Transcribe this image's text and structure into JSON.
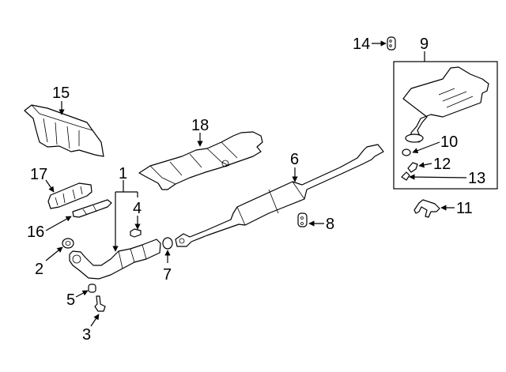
{
  "diagram": {
    "title": "Exhaust System Components",
    "callouts": [
      {
        "id": "1",
        "label": "1",
        "part": "catalytic-converter-front-pipe"
      },
      {
        "id": "2",
        "label": "2",
        "part": "gasket"
      },
      {
        "id": "3",
        "label": "3",
        "part": "stud-bolt"
      },
      {
        "id": "4",
        "label": "4",
        "part": "bolt"
      },
      {
        "id": "5",
        "label": "5",
        "part": "nut"
      },
      {
        "id": "6",
        "label": "6",
        "part": "center-pipe-resonator"
      },
      {
        "id": "7",
        "label": "7",
        "part": "gasket"
      },
      {
        "id": "8",
        "label": "8",
        "part": "hanger-insulator"
      },
      {
        "id": "9",
        "label": "9",
        "part": "muffler-kit"
      },
      {
        "id": "10",
        "label": "10",
        "part": "gasket"
      },
      {
        "id": "11",
        "label": "11",
        "part": "hanger-bracket"
      },
      {
        "id": "12",
        "label": "12",
        "part": "spring"
      },
      {
        "id": "13",
        "label": "13",
        "part": "bolt"
      },
      {
        "id": "14",
        "label": "14",
        "part": "hanger-insulator"
      },
      {
        "id": "15",
        "label": "15",
        "part": "heat-shield"
      },
      {
        "id": "16",
        "label": "16",
        "part": "heat-shield"
      },
      {
        "id": "17",
        "label": "17",
        "part": "heat-shield"
      },
      {
        "id": "18",
        "label": "18",
        "part": "heat-shield"
      }
    ]
  }
}
